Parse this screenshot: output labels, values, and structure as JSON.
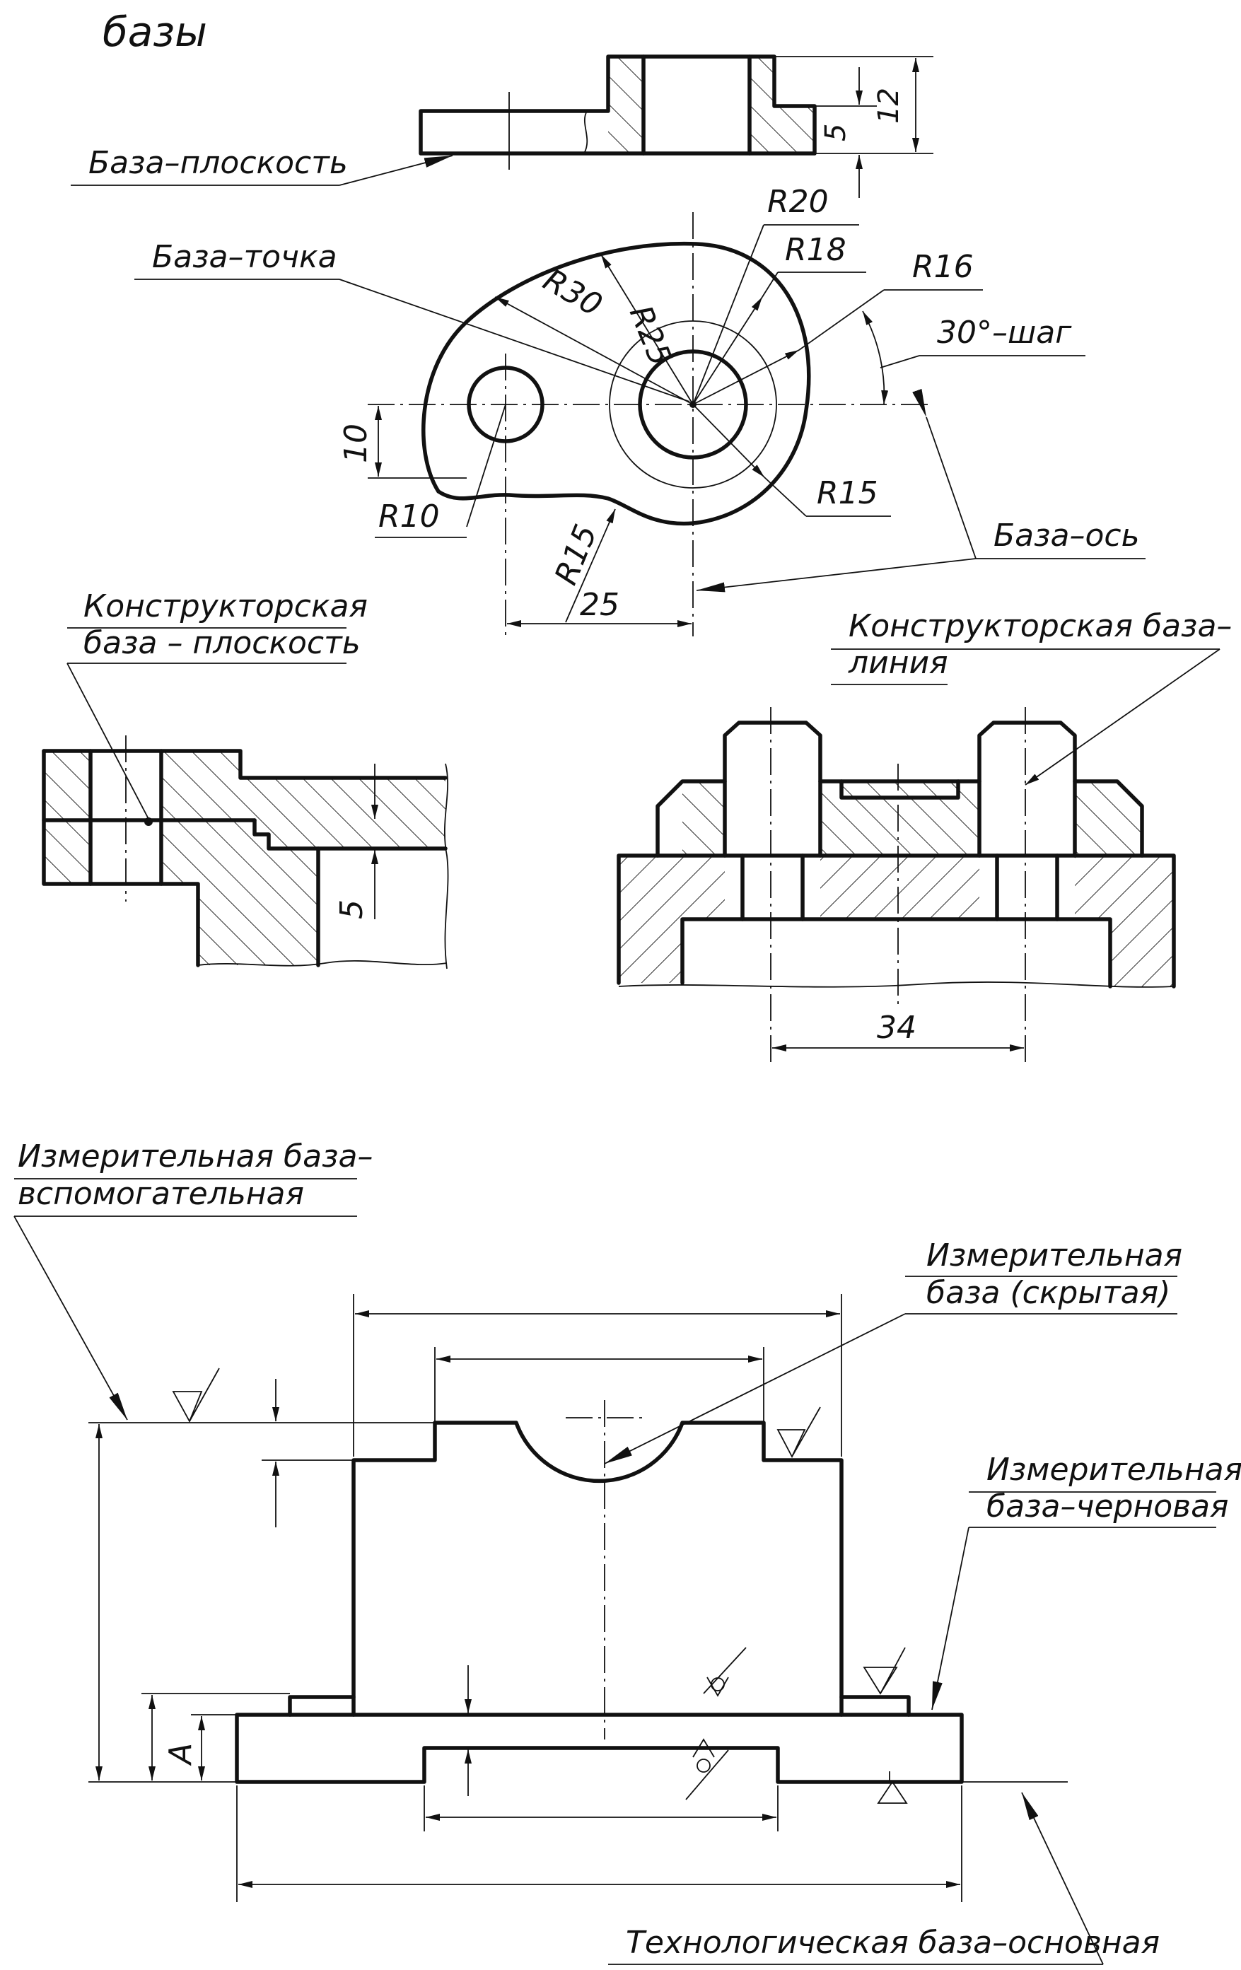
{
  "title": "базы",
  "labels": {
    "base_plane": "База–плоскость",
    "base_point": "База–точка",
    "base_axis": "База–ось",
    "step_angle": "30°–шаг",
    "design_plane_1": "Конструкторская",
    "design_plane_2": "база – плоскость",
    "design_line_1": "Конструкторская база–",
    "design_line_2": "линия",
    "meas_aux_1": "Измерительная база–",
    "meas_aux_2": "вспомогательная",
    "meas_hidden_1": "Измерительная",
    "meas_hidden_2": "база (скрытая)",
    "meas_rough_1": "Измерительная",
    "meas_rough_2": "база–черновая",
    "tech_main": "Технологическая база–основная"
  },
  "dimensions": {
    "d12": "12",
    "d5": "5",
    "r20": "R20",
    "r18": "R18",
    "r16": "R16",
    "r25": "R25",
    "r30": "R30",
    "r15a": "R15",
    "r15b": "R15",
    "r10": "R10",
    "d10": "10",
    "d25": "25",
    "d5b": "5",
    "d34": "34",
    "dA": "A"
  }
}
